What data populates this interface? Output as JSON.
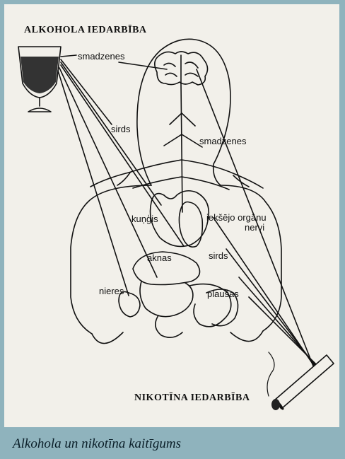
{
  "figure": {
    "title_alcohol": "ALKOHOLA IEDARBĪBA",
    "title_nicotine": "NIKOTĪNA IEDARBĪBA",
    "caption": "Alkohola un nikotīna kaitīgums",
    "labels": {
      "brain_alcohol": "smadzenes",
      "heart_alcohol": "sirds",
      "brain_nicotine": "smadzenes",
      "stomach": "kuņģis",
      "nerves_line1": "iekšējo orgānu",
      "nerves_line2": "nervi",
      "liver": "aknas",
      "heart_nicotine": "sirds",
      "kidneys": "nieres",
      "lungs": "plaušas"
    }
  },
  "colors": {
    "paper": "#f2f0ea",
    "ink": "#111111",
    "band": "#8fb3bd",
    "caption": "#0a1e28"
  },
  "icons": [
    "wine-glass-icon",
    "cigarette-icon"
  ]
}
